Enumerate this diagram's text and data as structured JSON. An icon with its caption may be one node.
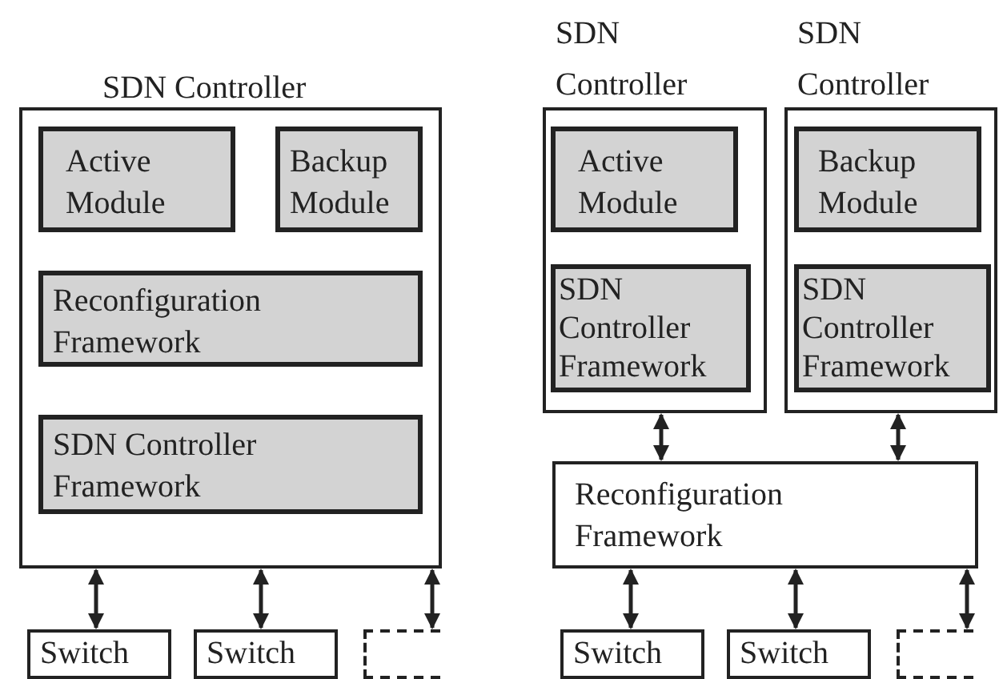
{
  "diagram": {
    "nodes": [
      {
        "text": [
          "SDN Controller"
        ]
      },
      {
        "text": [
          "Active Module"
        ],
        "in": 0
      },
      {
        "text": [
          "Backup Module"
        ],
        "in": 0
      },
      {
        "text": [
          "Reconfiguration Framework"
        ],
        "in": 0
      },
      {
        "text": [
          "SDN Controller Framework"
        ],
        "in": 0
      },
      {
        "text": [
          "Switch"
        ]
      },
      {
        "text": [
          "Switch"
        ]
      },
      {
        "text": [],
        "shape": "box"
      },
      {
        "text": [
          "SDN Controller"
        ]
      },
      {
        "text": [
          "Active Module"
        ],
        "in": 8
      },
      {
        "text": [
          "SDN Controller Framework"
        ],
        "in": 8
      },
      {
        "text": [
          "SDN Controller"
        ]
      },
      {
        "text": [
          "Backup Module"
        ],
        "in": 11
      },
      {
        "text": [
          "SDN Controller Framework"
        ],
        "in": 11
      },
      {
        "text": [
          "Reconfiguration Framework"
        ]
      },
      {
        "text": [
          "Switch"
        ]
      },
      {
        "text": [
          "Switch"
        ]
      },
      {
        "text": [],
        "shape": "box"
      }
    ],
    "edges": [
      {
        "from": 0,
        "to": 5,
        "arrow": "both"
      },
      {
        "from": 0,
        "to": 6,
        "arrow": "both"
      },
      {
        "from": 0,
        "to": 7,
        "arrow": "both"
      },
      {
        "from": 8,
        "to": 14,
        "arrow": "both"
      },
      {
        "from": 11,
        "to": 14,
        "arrow": "both"
      },
      {
        "from": 14,
        "to": 15,
        "arrow": "both"
      },
      {
        "from": 14,
        "to": 16,
        "arrow": "both"
      },
      {
        "from": 14,
        "to": 17,
        "arrow": "both"
      }
    ]
  }
}
